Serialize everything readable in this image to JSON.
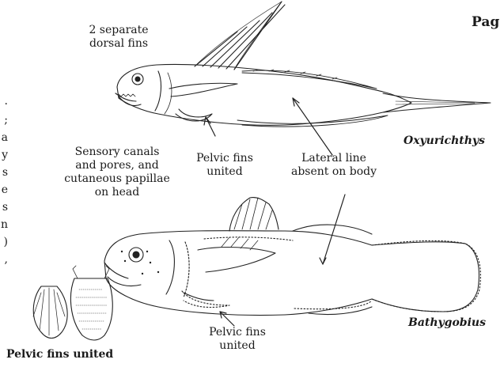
{
  "page_header": "Pag",
  "left_margin_text": [
    ".",
    ";",
    "a",
    "y",
    "s",
    "e",
    "s",
    "n",
    ")",
    ","
  ],
  "species": {
    "upper": "Oxyurichthys",
    "lower": "Bathygobius"
  },
  "labels": {
    "dorsal_line1": "2 separate",
    "dorsal_line2": "dorsal fins",
    "sensory_line1": "Sensory canals",
    "sensory_line2": "and pores, and",
    "sensory_line3": "cutaneous papillae",
    "sensory_line4": "on head",
    "pelvic_upper_line1": "Pelvic fins",
    "pelvic_upper_line2": "united",
    "lateral_line1": "Lateral line",
    "lateral_line2": "absent on body",
    "pelvic_lower_line1": "Pelvic fins",
    "pelvic_lower_line2": "united",
    "pelvic_inset": "Pelvic fins united"
  }
}
